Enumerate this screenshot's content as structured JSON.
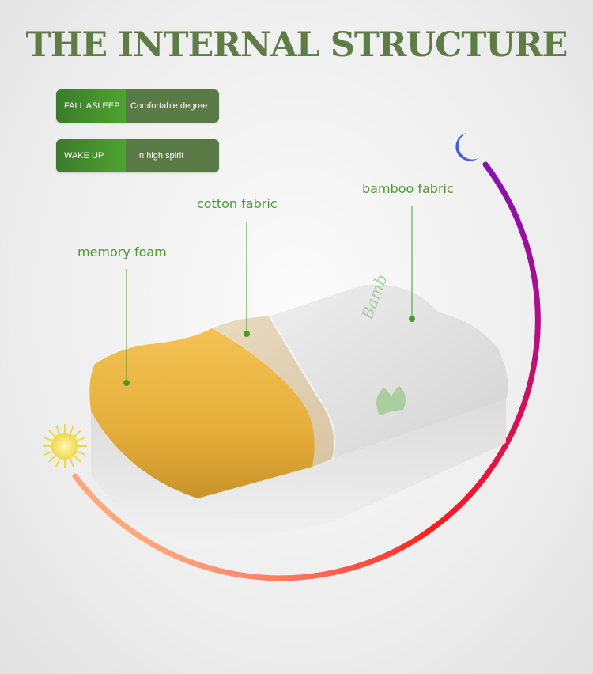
{
  "title": "THE INTERNAL STRUCTURE",
  "badges": [
    {
      "left": "FALL ASLEEP",
      "right": "Comfortable degree"
    },
    {
      "left": "WAKE UP",
      "right": "In high spirit"
    }
  ],
  "layers": {
    "memory_foam": "memory foam",
    "cotton_fabric": "cotton fabric",
    "bamboo_fabric": "bamboo fabric"
  },
  "pillow_brand": "Bamb",
  "colors": {
    "title": "#5e7d46",
    "label_green": "#4a9a2b",
    "arc_start": "#ffd8a0",
    "arc_mid": "#ff1b1b",
    "arc_end": "#7a0fc4",
    "moon": "#3e5fe0",
    "sun": "#f2e05a"
  },
  "icons": [
    "sun-icon",
    "moon-icon"
  ]
}
